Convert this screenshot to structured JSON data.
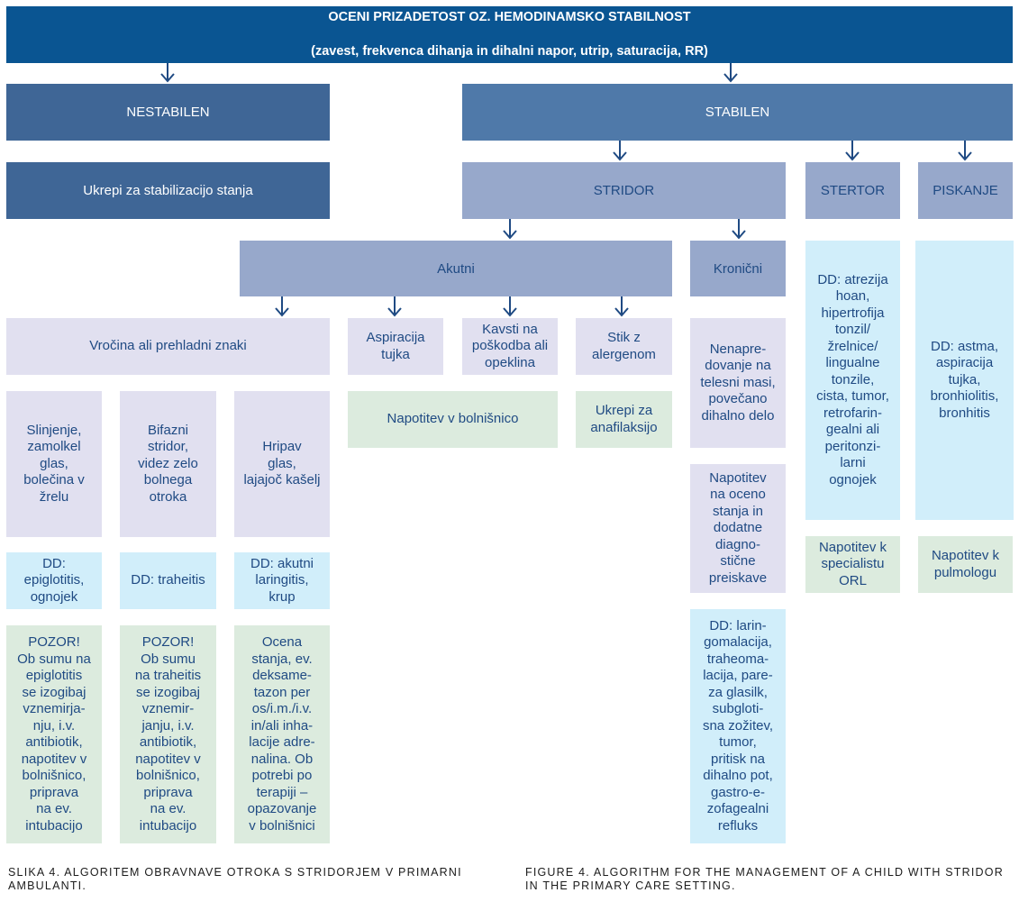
{
  "header": {
    "line1": "OCENI PRIZADETOST OZ. HEMODINAMSKO STABILNOST",
    "line2": "(zavest, frekvenca dihanja in dihalni napor, utrip, saturacija, RR)"
  },
  "nestabilen": "NESTABILEN",
  "stabilen": "STABILEN",
  "ukrepi_stab": "Ukrepi za stabilizacijo stanja",
  "stridor": "STRIDOR",
  "stertor": "STERTOR",
  "piskanje": "PISKANJE",
  "akutni": "Akutni",
  "kronicni": "Kronični",
  "vrocina": "Vročina ali prehladni znaki",
  "aspiracija": "Aspiracija\ntujka",
  "kavsti": "Kavsti na\npoškodba ali\nopeklina",
  "stik": "Stik z\nalergenom",
  "napotitev_bol": "Napotitev v bolnišnico",
  "ukrepi_anaf": "Ukrepi za\nanafilaksijo",
  "col1": {
    "symptoms": "Slinjenje,\nzamolkel\nglas,\nbolečina v\nžrelu",
    "dd": "DD:\nepiglotitis,\nognojek",
    "action": "POZOR!\nOb sumu na\nepiglotitis\nse izogibaj\nvznemirja-\nnju, i.v.\nantibiotik,\nnapotitev v\nbolnišnico,\npriprava\nna ev.\nintubacijo"
  },
  "col2": {
    "symptoms": "Bifazni\nstridor,\nvidez zelo\nbolnega\notroka",
    "dd": "DD: traheitis",
    "action": "POZOR!\nOb sumu\nna traheitis\nse izogibaj\nvznemir-\njanju, i.v.\nantibiotik,\nnapotitev v\nbolnišnico,\npriprava\nna ev.\nintubacijo"
  },
  "col3": {
    "symptoms": "Hripav\nglas,\nlajajoč kašelj",
    "dd": "DD: akutni\nlaringitis,\nkrup",
    "action": "Ocena\nstanja, ev.\ndeksame-\ntazon per\nos/i.m./i.v.\nin/ali inha-\nlacije adre-\nnalina. Ob\npotrebi po\nterapiji –\nopazovanje\nv bolnišnici"
  },
  "kron": {
    "symptoms": "Nenapre-\ndovanje na\ntelesni masi,\npovečano\ndihalno delo",
    "napotitev": "Napotitev\nna oceno\nstanja in\ndodatne\ndiagno-\nstične\npreiskave",
    "dd": "DD: larin-\ngomalacija,\ntraheoma-\nlacija, pare-\nza glasilk,\nsubgloti-\nsna zožitev,\ntumor,\npritisk na\ndihalno pot,\ngastro-e-\nzofagealni\nrefluks"
  },
  "stertor_dd": "DD: atrezija\nhoan,\nhipertrofija\ntonzil/\nžrelnice/\nlingualne\ntonzile,\ncista, tumor,\nretrofarin-\ngealni ali\nperitonzi-\nlarni\nognojek",
  "stertor_nap": "Napotitev k\nspecialistu\nORL",
  "piskanje_dd": "DD: astma,\naspiracija\ntujka,\nbronhiolitis,\nbronhitis",
  "piskanje_nap": "Napotitev k\npulmologu",
  "caption_sl": "SLIKA 4. ALGORITEM OBRAVNAVE OTROKA S STRIDORJEM V PRIMARNI\nAMBULANTI.",
  "caption_en": "FIGURE 4. ALGORITHM FOR THE MANAGEMENT OF A CHILD WITH STRIDOR\nIN THE PRIMARY CARE SETTING.",
  "colors": {
    "top": "#0a5592",
    "dark": "#3f6696",
    "mid": "#97a8cb",
    "light": "#e1e0f0",
    "cyan": "#d1eefa",
    "green": "#dcebde",
    "text": "#1f4a83"
  }
}
